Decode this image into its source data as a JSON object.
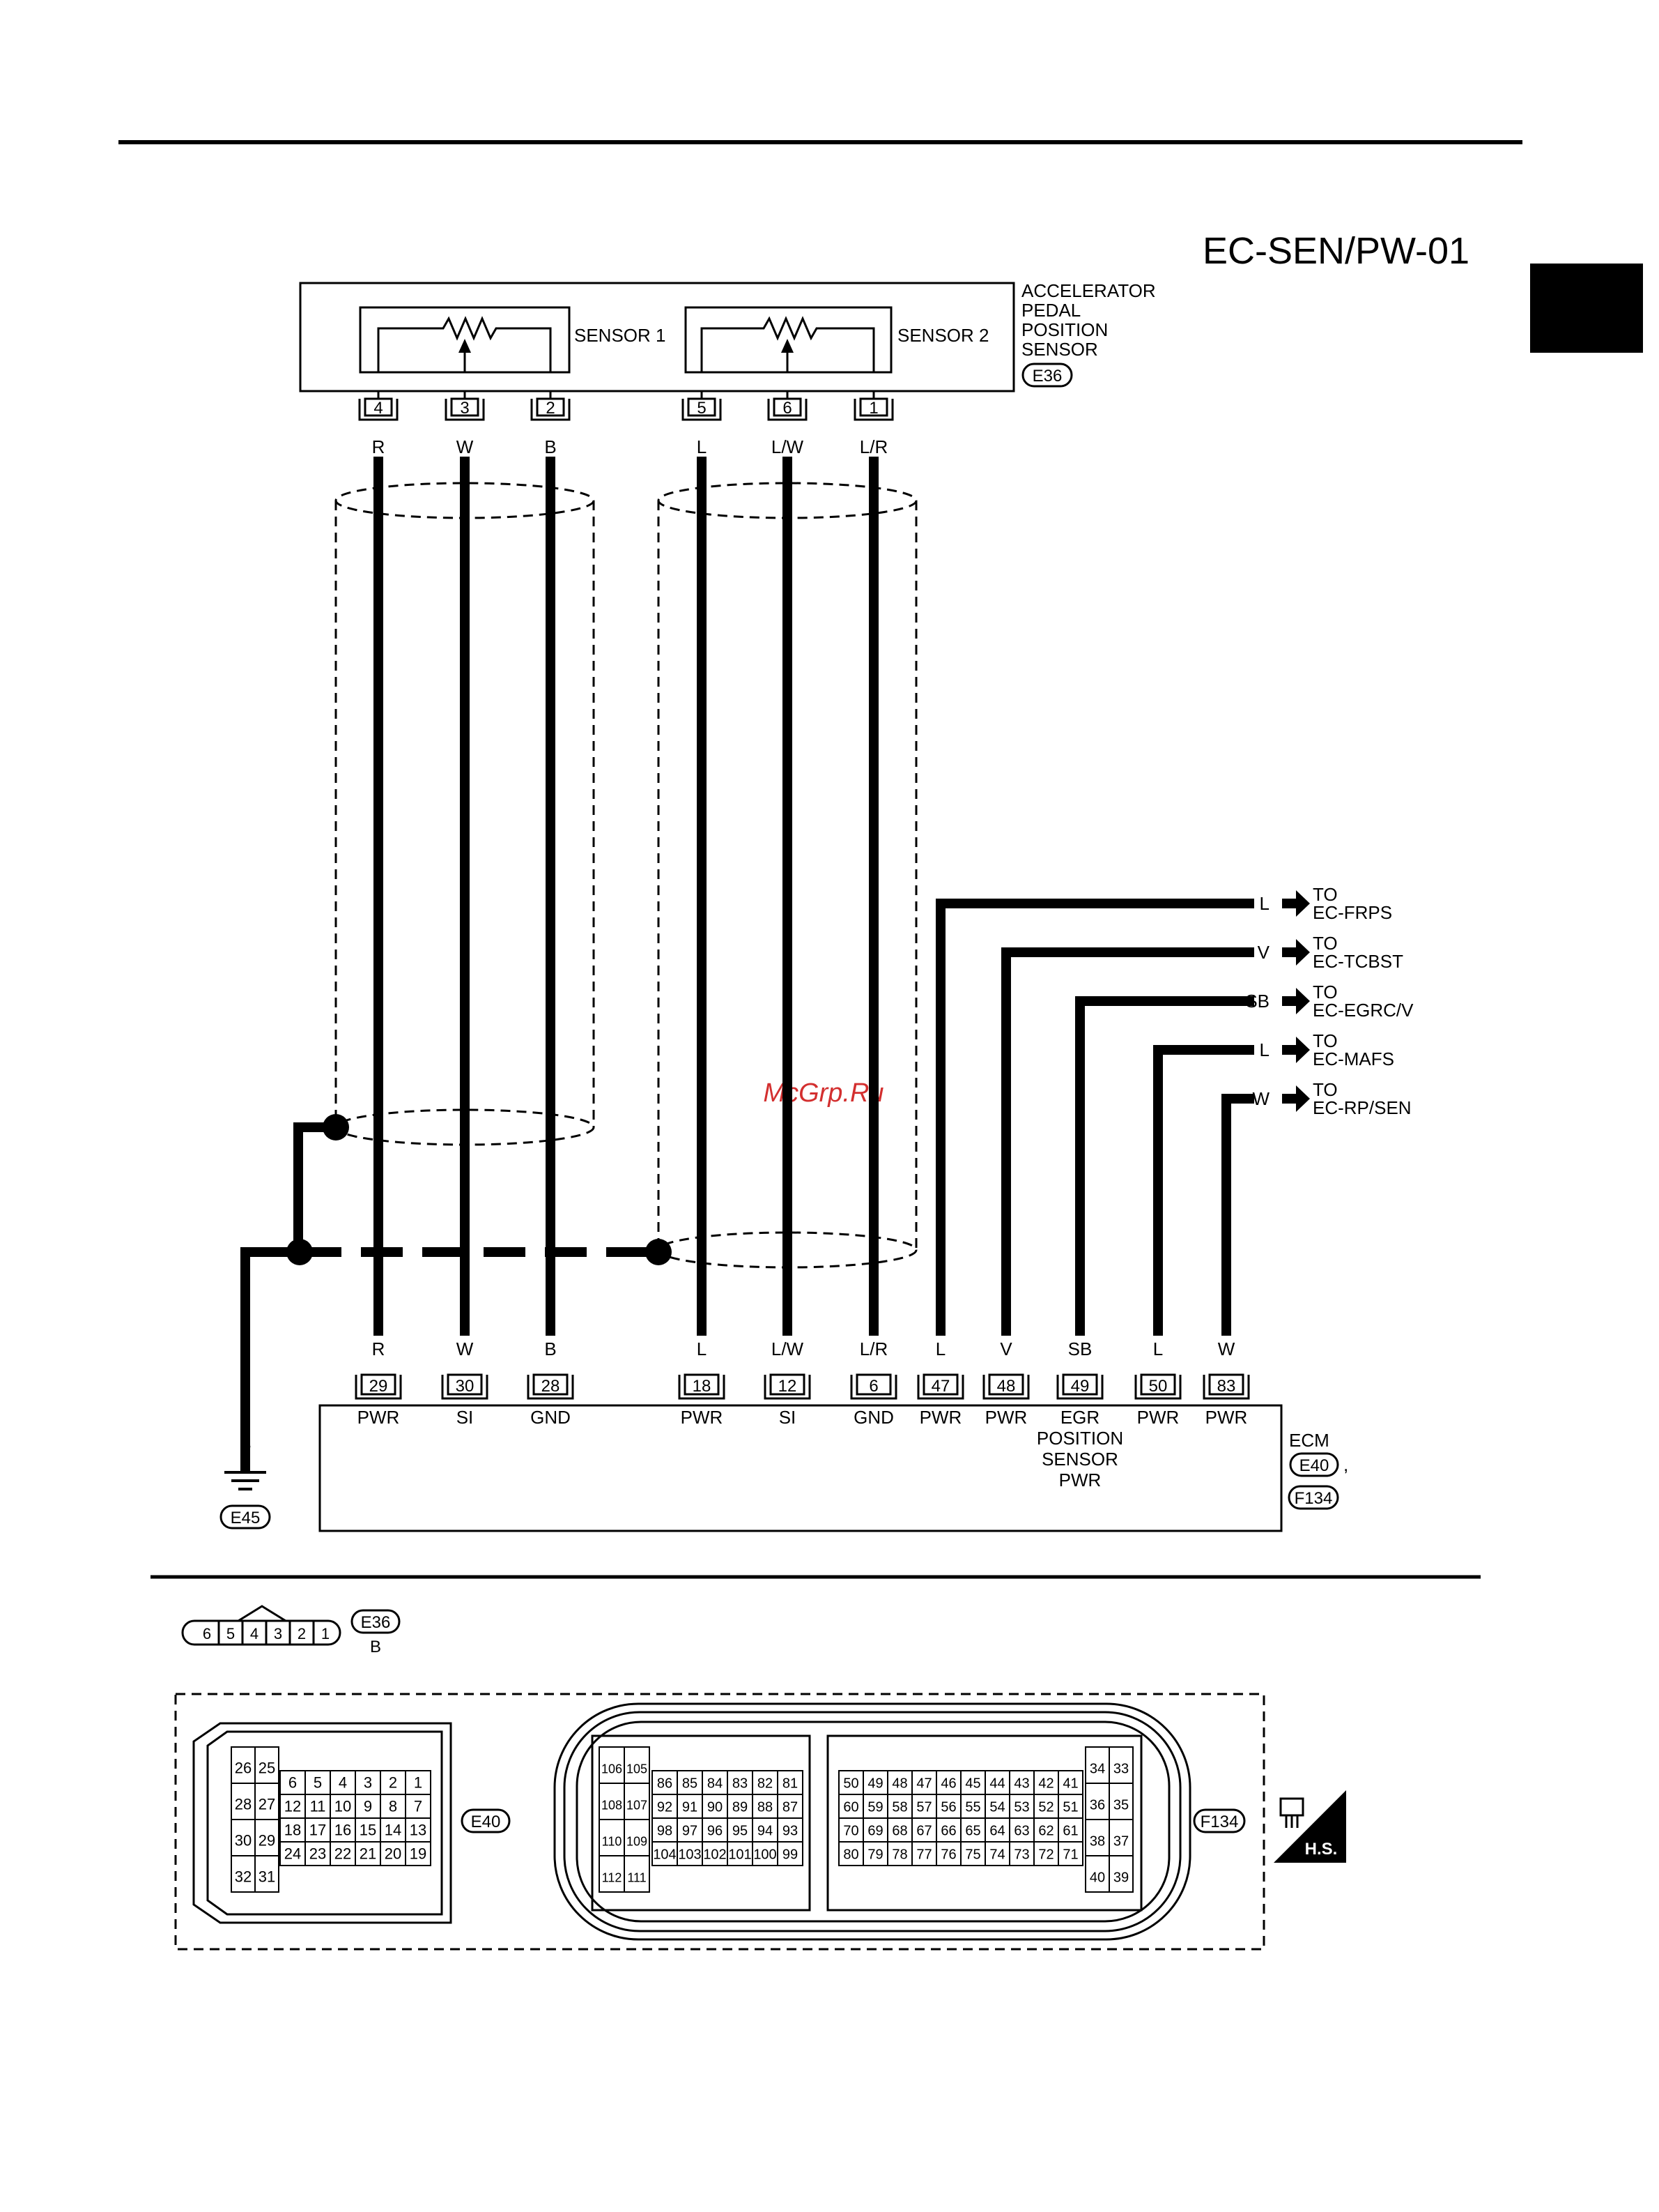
{
  "page": {
    "title": "EC-SEN/PW-01",
    "watermark": "McGrp.Ru"
  },
  "sensor": {
    "name_lines": [
      "ACCELERATOR",
      "PEDAL",
      "POSITION",
      "SENSOR"
    ],
    "connector": "E36",
    "sensor1_label": "SENSOR 1",
    "sensor2_label": "SENSOR 2"
  },
  "wires": [
    {
      "sensor_pin": "4",
      "color": "R",
      "ecm_pin": "29",
      "ecm_label": "PWR"
    },
    {
      "sensor_pin": "3",
      "color": "W",
      "ecm_pin": "30",
      "ecm_label": "SI"
    },
    {
      "sensor_pin": "2",
      "color": "B",
      "ecm_pin": "28",
      "ecm_label": "GND"
    },
    {
      "sensor_pin": "5",
      "color": "L",
      "ecm_pin": "18",
      "ecm_label": "PWR"
    },
    {
      "sensor_pin": "6",
      "color": "L/W",
      "ecm_pin": "12",
      "ecm_label": "SI"
    },
    {
      "sensor_pin": "1",
      "color": "L/R",
      "ecm_pin": "6",
      "ecm_label": "GND"
    }
  ],
  "branches": [
    {
      "color": "L",
      "to_line1": "TO",
      "to_line2": "EC-FRPS",
      "ecm_pin": "47",
      "ecm_label": "PWR"
    },
    {
      "color": "V",
      "to_line1": "TO",
      "to_line2": "EC-TCBST",
      "ecm_pin": "48",
      "ecm_label": "PWR"
    },
    {
      "color": "SB",
      "to_line1": "TO",
      "to_line2": "EC-EGRC/V",
      "ecm_pin": "49",
      "ecm_label": "EGR POSITION SENSOR PWR",
      "ecm_label_lines": [
        "EGR",
        "POSITION",
        "SENSOR",
        "PWR"
      ]
    },
    {
      "color": "L",
      "to_line1": "TO",
      "to_line2": "EC-MAFS",
      "ecm_pin": "50",
      "ecm_label": "PWR"
    },
    {
      "color": "W",
      "to_line1": "TO",
      "to_line2": "EC-RP/SEN",
      "ecm_pin": "83",
      "ecm_label": "PWR"
    }
  ],
  "ground": {
    "color": "B",
    "connector": "E45"
  },
  "ecm": {
    "name": "ECM",
    "connector1": "E40",
    "separator": ",",
    "connector2": "F134"
  },
  "connector_views": {
    "e36": {
      "pins": [
        "6",
        "5",
        "4",
        "3",
        "2",
        "1"
      ],
      "tag": "E36",
      "sub": "B"
    },
    "e40": {
      "tag": "E40",
      "left_col": [
        [
          "26",
          "25"
        ],
        [
          "28",
          "27"
        ],
        [
          "30",
          "29"
        ],
        [
          "32",
          "31"
        ]
      ],
      "grid": [
        [
          "6",
          "5",
          "4",
          "3",
          "2",
          "1"
        ],
        [
          "12",
          "11",
          "10",
          "9",
          "8",
          "7"
        ],
        [
          "18",
          "17",
          "16",
          "15",
          "14",
          "13"
        ],
        [
          "24",
          "23",
          "22",
          "21",
          "20",
          "19"
        ]
      ]
    },
    "f134": {
      "tag": "F134",
      "left_col": [
        [
          "106",
          "105"
        ],
        [
          "108",
          "107"
        ],
        [
          "110",
          "109"
        ],
        [
          "112",
          "111"
        ]
      ],
      "grid_a": [
        [
          "86",
          "85",
          "84",
          "83",
          "82",
          "81"
        ],
        [
          "92",
          "91",
          "90",
          "89",
          "88",
          "87"
        ],
        [
          "98",
          "97",
          "96",
          "95",
          "94",
          "93"
        ],
        [
          "104",
          "103",
          "102",
          "101",
          "100",
          "99"
        ]
      ],
      "grid_b": [
        [
          "50",
          "49",
          "48",
          "47",
          "46",
          "45",
          "44",
          "43",
          "42",
          "41"
        ],
        [
          "60",
          "59",
          "58",
          "57",
          "56",
          "55",
          "54",
          "53",
          "52",
          "51"
        ],
        [
          "70",
          "69",
          "68",
          "67",
          "66",
          "65",
          "64",
          "63",
          "62",
          "61"
        ],
        [
          "80",
          "79",
          "78",
          "77",
          "76",
          "75",
          "74",
          "73",
          "72",
          "71"
        ]
      ],
      "right_col": [
        [
          "34",
          "33"
        ],
        [
          "36",
          "35"
        ],
        [
          "38",
          "37"
        ],
        [
          "40",
          "39"
        ]
      ]
    },
    "hs_label": "H.S."
  },
  "colors": {
    "ink": "#000000",
    "watermark": "#d32f2f"
  }
}
